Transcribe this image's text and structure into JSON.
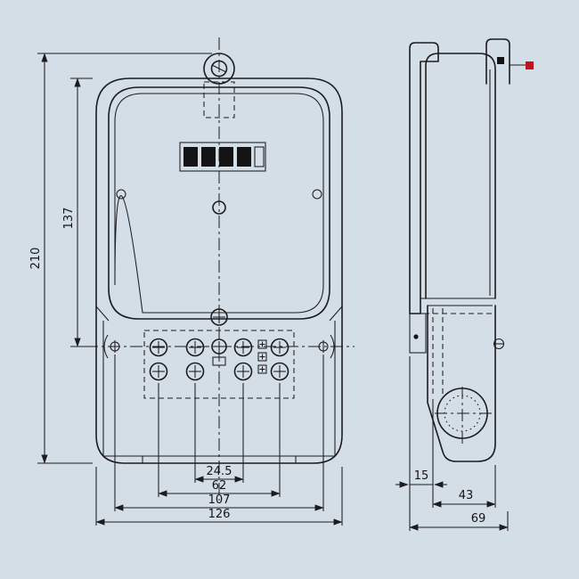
{
  "meta": {
    "background_color": "#d3dee7",
    "line_color": "#1c1c1e",
    "seal_color": "#c1121f",
    "drawing_subject": "single-phase energy meter outline drawing",
    "views": [
      "front",
      "side"
    ]
  },
  "front_view": {
    "register": {
      "digit_cells": 5,
      "dark_cells": 4,
      "light_cells": 1
    },
    "dimensions": {
      "overall_height": "210",
      "face_height": "137",
      "terminal_inner_spacing": "24.5",
      "terminal_outer_spacing": "62",
      "mounting_hole_spacing": "107",
      "overall_width": "126"
    }
  },
  "side_view": {
    "dimensions": {
      "back_plate_depth": "15",
      "body_depth": "43",
      "overall_depth": "69"
    }
  }
}
